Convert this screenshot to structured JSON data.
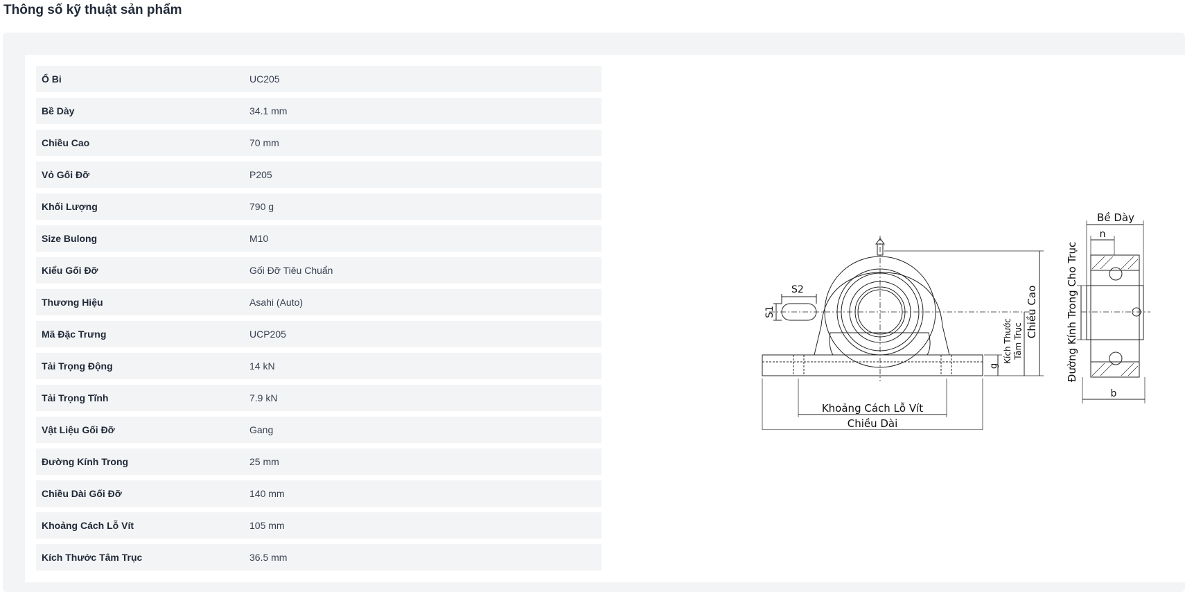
{
  "page": {
    "title": "Thông số kỹ thuật sản phẩm"
  },
  "specs": [
    {
      "label": "Ổ Bi",
      "value": "UC205"
    },
    {
      "label": "Bề Dày",
      "value": "34.1 mm"
    },
    {
      "label": "Chiều Cao",
      "value": "70 mm"
    },
    {
      "label": "Vỏ Gối Đỡ",
      "value": "P205"
    },
    {
      "label": "Khối Lượng",
      "value": "790 g"
    },
    {
      "label": "Size Bulong",
      "value": "M10"
    },
    {
      "label": "Kiểu Gối Đỡ",
      "value": "Gối Đỡ Tiêu Chuẩn"
    },
    {
      "label": "Thương Hiệu",
      "value": "Asahi (Auto)"
    },
    {
      "label": "Mã Đặc Trưng",
      "value": "UCP205"
    },
    {
      "label": "Tải Trọng Động",
      "value": "14 kN"
    },
    {
      "label": "Tải Trọng Tĩnh",
      "value": "7.9 kN"
    },
    {
      "label": "Vật Liệu Gối Đỡ",
      "value": "Gang"
    },
    {
      "label": "Đường Kính Trong",
      "value": "25 mm"
    },
    {
      "label": "Chiều Dài Gối Đỡ",
      "value": "140 mm"
    },
    {
      "label": "Khoảng Cách Lỗ Vít",
      "value": "105 mm"
    },
    {
      "label": "Kích Thước Tâm Trục",
      "value": "36.5 mm"
    }
  ],
  "diagram": {
    "s1": "S1",
    "s2": "S2",
    "g": "g",
    "n": "n",
    "b": "b",
    "chieu_cao": "Chiều Cao",
    "kich_thuoc_1": "Kích Thước",
    "kich_thuoc_2": "Tâm Trục",
    "khoang_cach": "Khoảng Cách Lỗ Vít",
    "chieu_dai": "Chiều Dài",
    "be_day": "Bề Dày",
    "duong_kinh": "Đường Kính Trong Cho Trục"
  },
  "colors": {
    "panel_bg": "#f3f4f6",
    "row_bg": "#f3f4f6",
    "card_bg": "#ffffff"
  }
}
